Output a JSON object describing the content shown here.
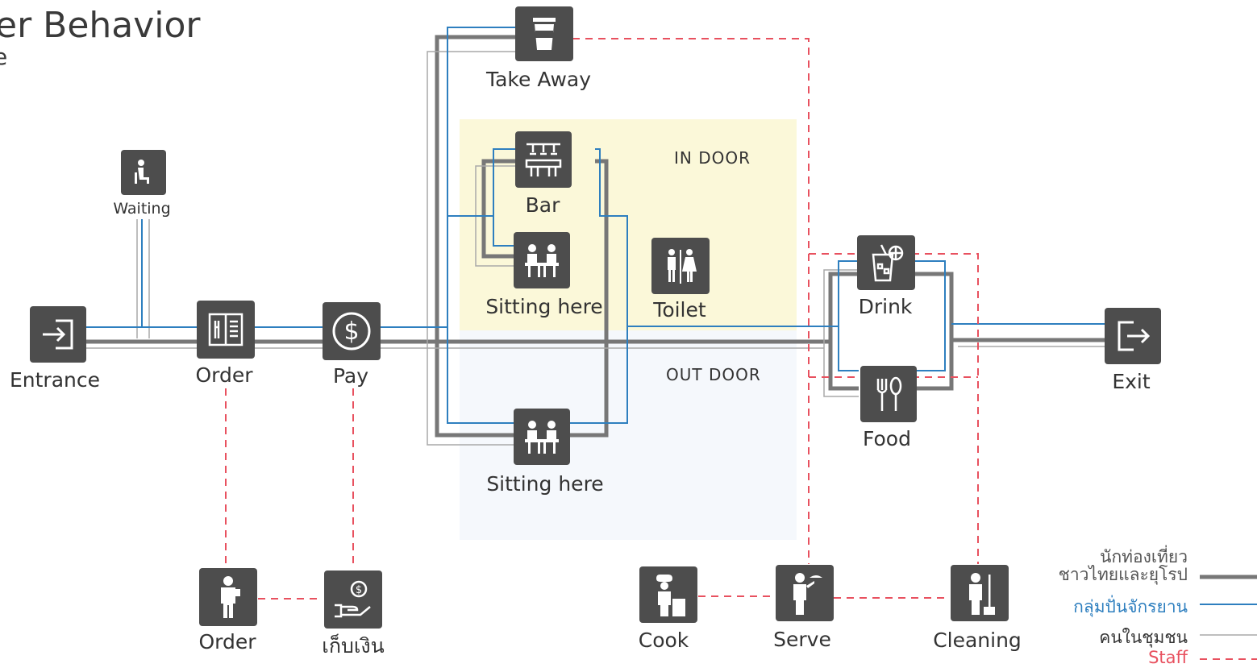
{
  "title": "er Behavior",
  "subtitle": "e",
  "zones": {
    "indoor": "IN DOOR",
    "outdoor": "OUT DOOR"
  },
  "nodes": {
    "waiting": "Waiting",
    "entrance": "Entrance",
    "order": "Order",
    "pay": "Pay",
    "take_away": "Take Away",
    "bar": "Bar",
    "sitting_in": "Sitting here",
    "toilet": "Toilet",
    "sitting_out": "Sitting here",
    "drink": "Drink",
    "food": "Food",
    "exit": "Exit",
    "staff_order": "Order",
    "collect_money": "เก็บเงิน",
    "cook": "Cook",
    "serve": "Serve",
    "cleaning": "Cleaning"
  },
  "legend": {
    "tourists": "นักท่องเที่ยว\nชาวไทยและยุโรป",
    "cyclists": "กลุ่มปั่นจักรยาน",
    "community": "คนในชุมชน",
    "staff": "Staff"
  },
  "colors": {
    "tourists": "#777777",
    "cyclists": "#2e7fbf",
    "community": "#a9a9a9",
    "staff": "#e8515f",
    "indoor_zone": "#fbf8d9",
    "outdoor_zone": "#f5f8fc",
    "icon_bg": "#4d4d4d"
  }
}
